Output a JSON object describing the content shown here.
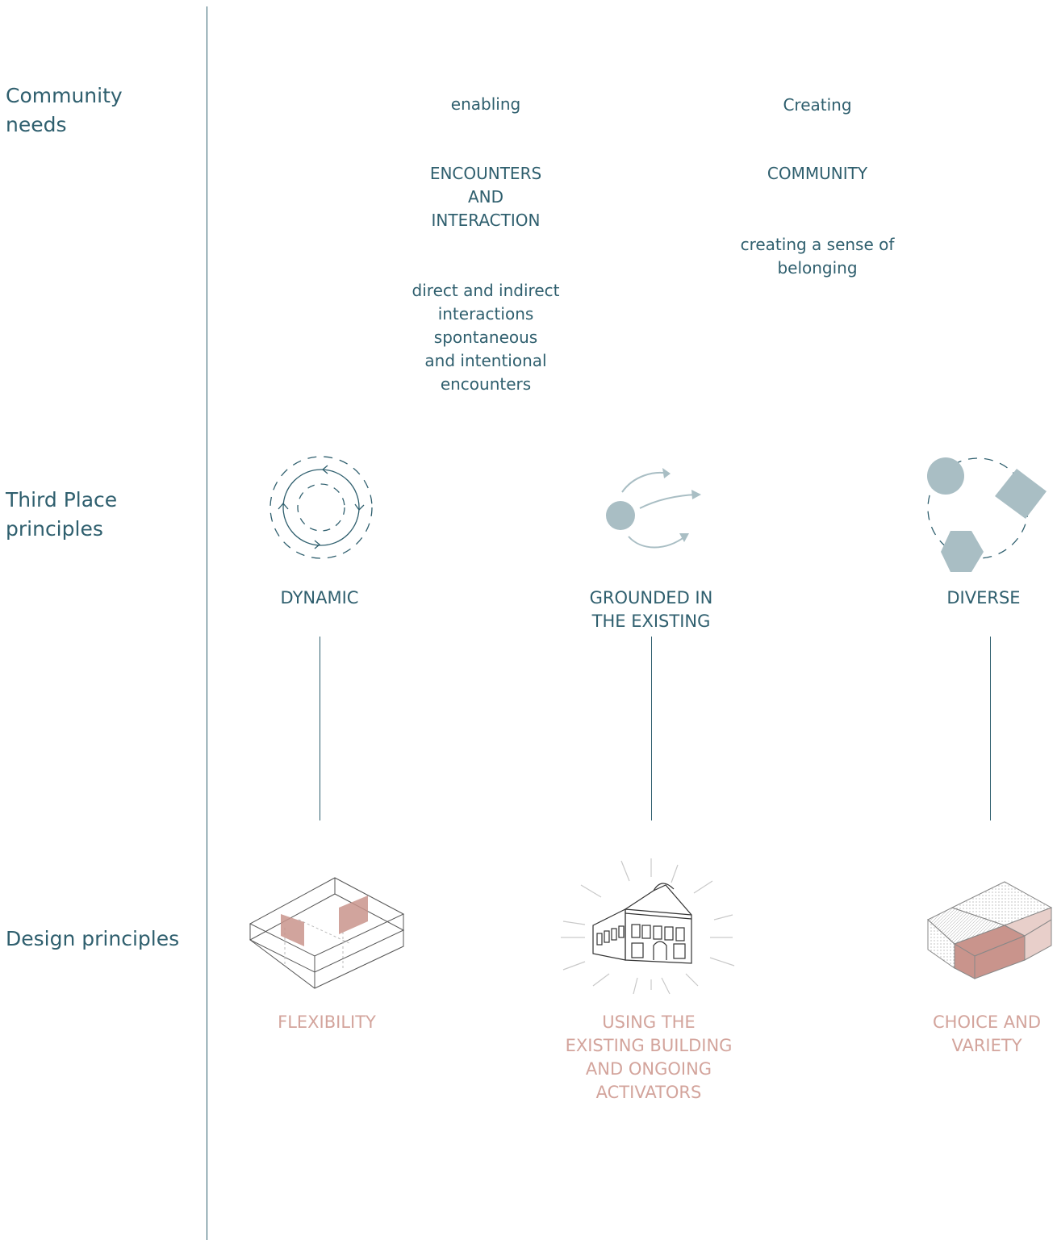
{
  "rows": {
    "community": "Community\nneeds",
    "third_place": "Third Place\nprinciples",
    "design": "Design principles"
  },
  "community_needs": [
    {
      "intro": "enabling",
      "heading": "ENCOUNTERS\nAND\nINTERACTION",
      "detail": "direct and indirect\ninteractions\nspontaneous\nand intentional\nencounters"
    },
    {
      "intro": "Creating",
      "heading": "COMMUNITY",
      "detail": "creating a sense of\nbelonging"
    }
  ],
  "third_place_principles": [
    {
      "label": "DYNAMIC",
      "icon": "dynamic-cycle-icon"
    },
    {
      "label": "GROUNDED IN\nTHE EXISTING",
      "icon": "grounded-arrows-icon"
    },
    {
      "label": "DIVERSE",
      "icon": "diverse-shapes-icon"
    }
  ],
  "design_principles": [
    {
      "label": "FLEXIBILITY",
      "icon": "flexible-box-icon"
    },
    {
      "label": "USING THE\nEXISTING BUILDING\nAND ONGOING\nACTIVATORS",
      "icon": "existing-building-icon"
    },
    {
      "label": "CHOICE AND\nVARIETY",
      "icon": "variety-blocks-icon"
    }
  ],
  "colors": {
    "teal": "#2f5f6e",
    "icon_grey": "#a9bec4",
    "rose": "#d3a49c",
    "rose_fill": "#c9948c"
  }
}
